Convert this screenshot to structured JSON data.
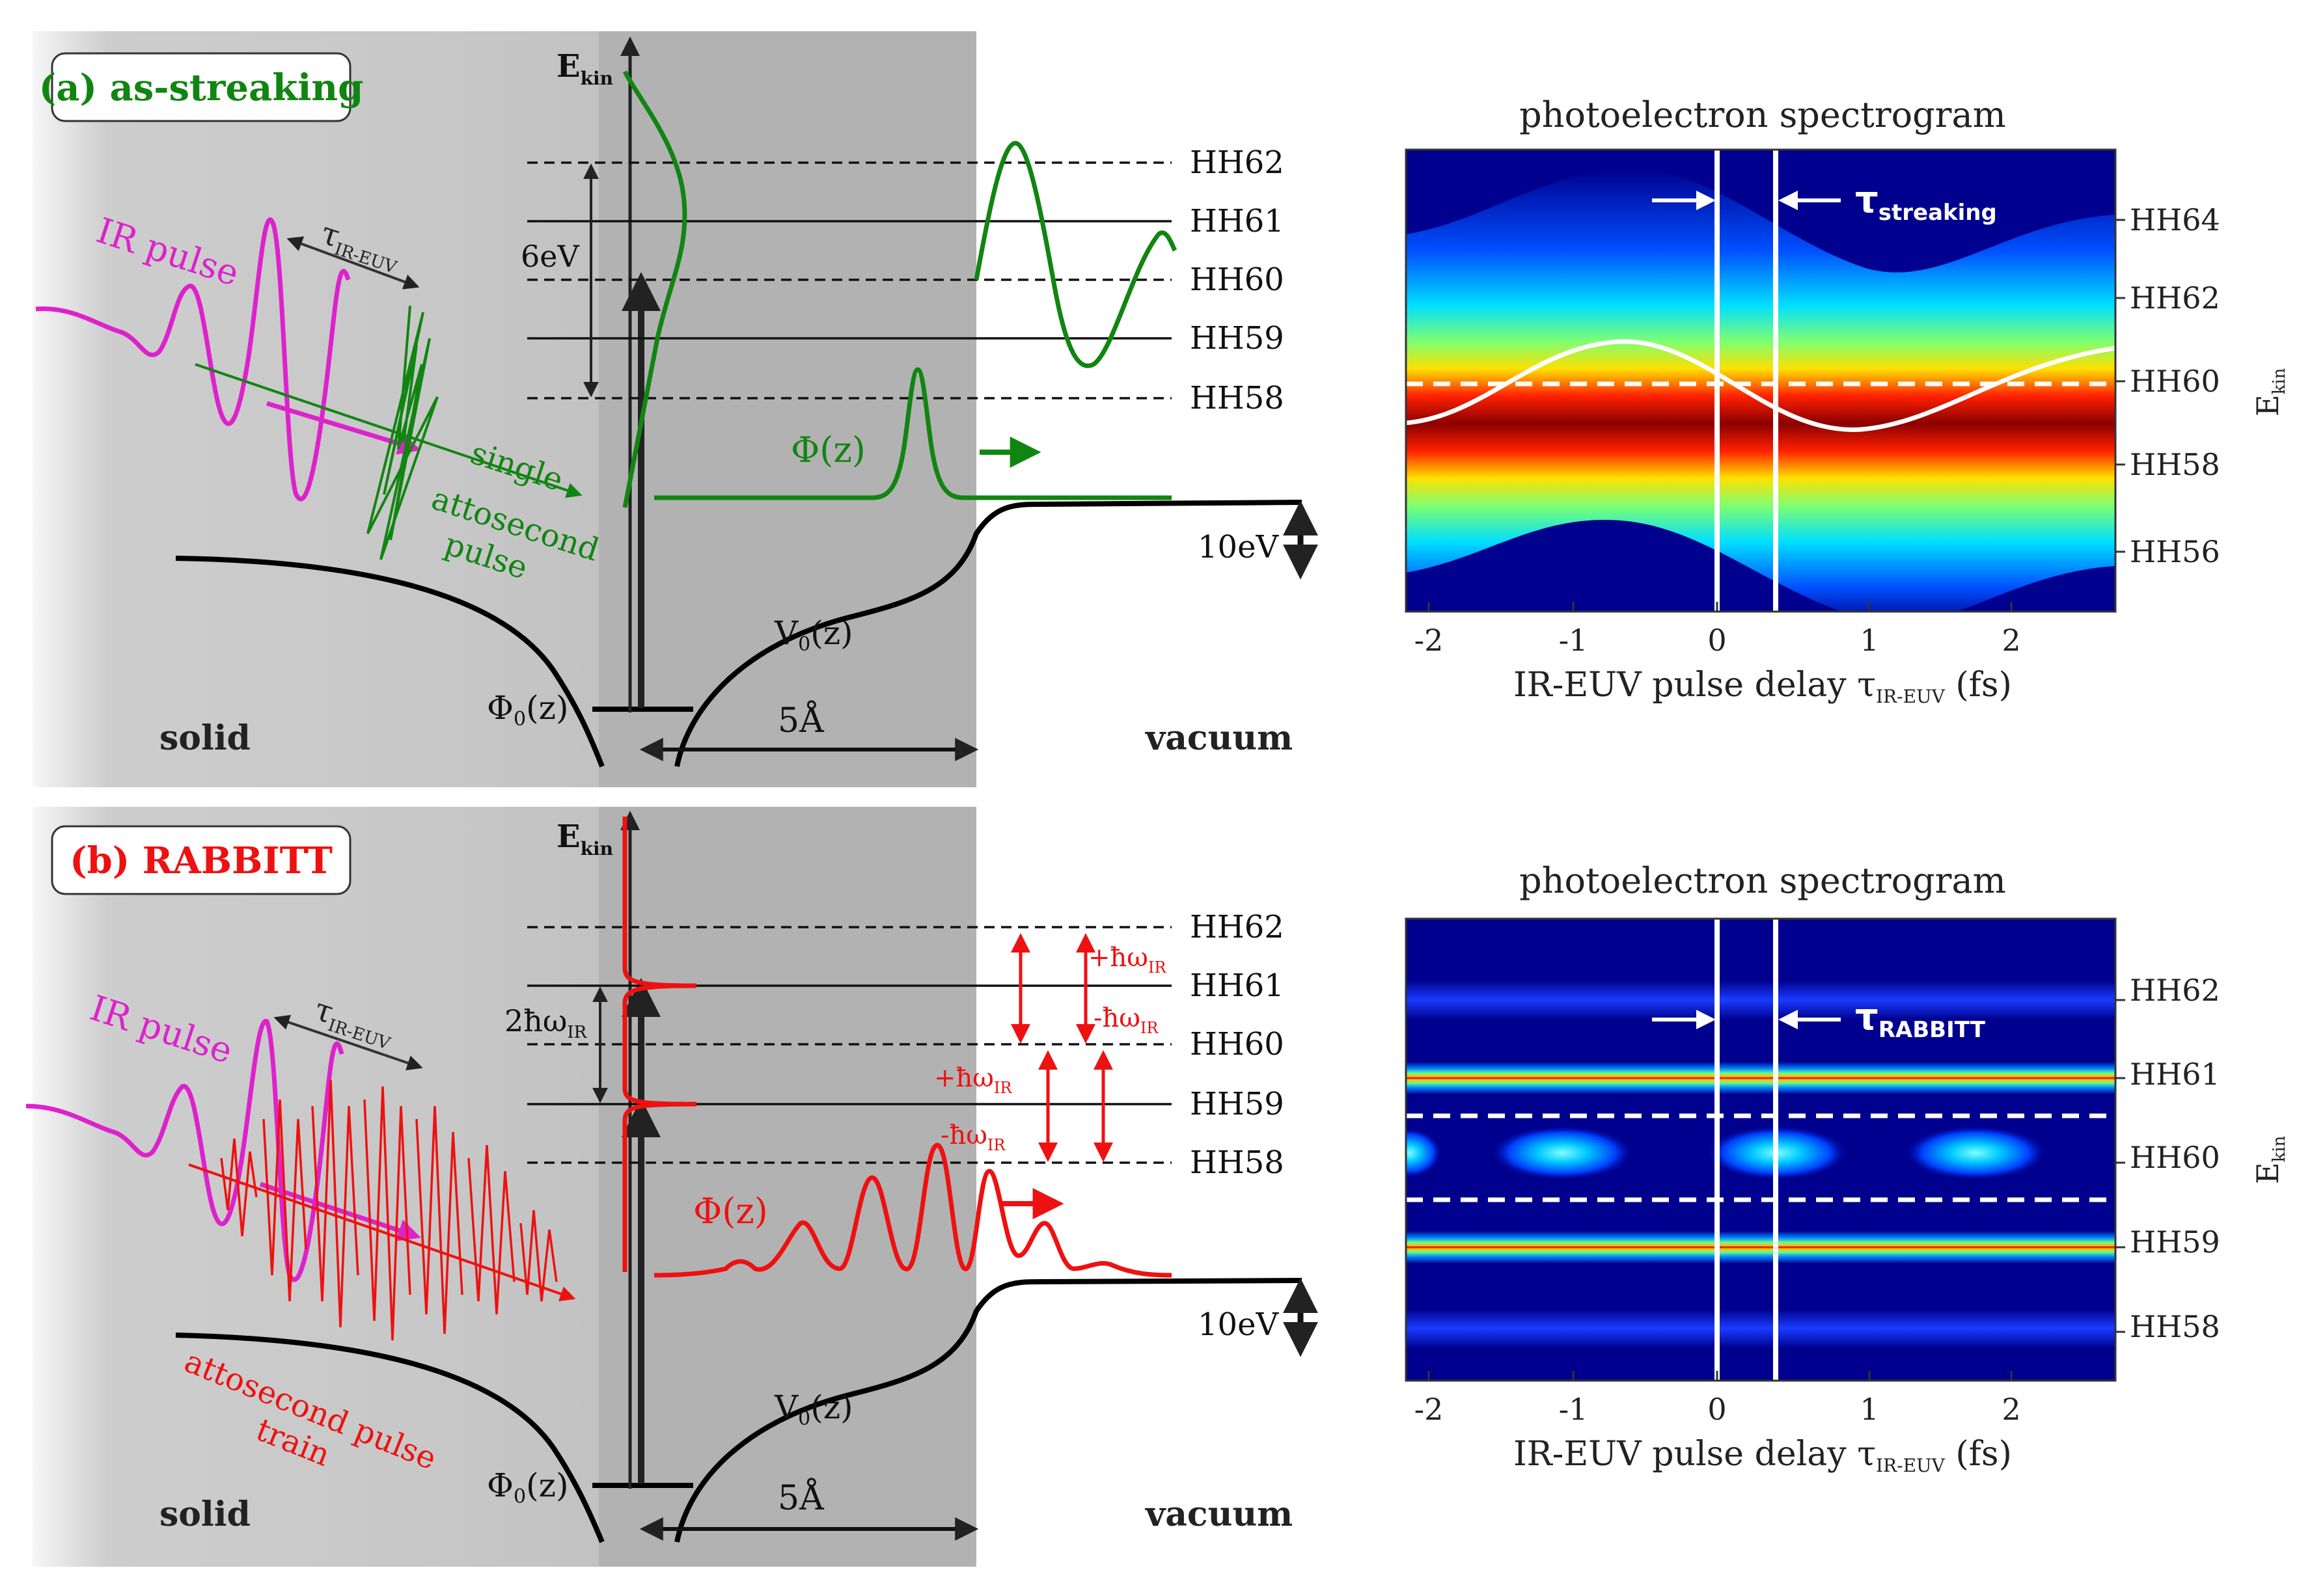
{
  "panels": [
    {
      "label": "(a) as-streaking",
      "accent": "#118511",
      "energy_axis": "E",
      "energy_axis_sub": "kin",
      "levels": [
        "HH62",
        "HH61",
        "HH60",
        "HH59",
        "HH58"
      ],
      "bracket_label": "6eV",
      "beam_label": "IR pulse",
      "tau_label": "τ",
      "tau_sub": "IR-EUV",
      "pulse_label_lines": [
        "single",
        "attosecond",
        "pulse"
      ],
      "phi_label": "Φ(z)",
      "v0_label": "V",
      "v0_sub": "0",
      "v0_tail": "(z)",
      "phi0_label": "Φ",
      "phi0_sub": "0",
      "phi0_tail": "(z)",
      "step_label": "10eV",
      "distance_label": "5Å",
      "solid_label": "solid",
      "vacuum_label": "vacuum",
      "spectrogram": {
        "title": "photoelectron spectrogram",
        "xlabel_main": "IR-EUV pulse delay τ",
        "xlabel_sub": "IR-EUV",
        "xlabel_tail": "(fs)",
        "xticks": [
          "-2",
          "-1",
          "0",
          "1",
          "2"
        ],
        "yticks": [
          "HH64",
          "HH62",
          "HH60",
          "HH58",
          "HH56"
        ],
        "ylabel": "E",
        "ylabel_sub": "kin",
        "tau_annot": "τ",
        "tau_annot_sub": "streaking"
      }
    },
    {
      "label": "(b) RABBITT",
      "accent": "#ee1111",
      "energy_axis": "E",
      "energy_axis_sub": "kin",
      "levels": [
        "HH62",
        "HH61",
        "HH60",
        "HH59",
        "HH58"
      ],
      "bracket_label": "2ħω",
      "bracket_sub": "IR",
      "beam_label": "IR pulse",
      "tau_label": "τ",
      "tau_sub": "IR-EUV",
      "pulse_label_lines": [
        "attosecond pulse",
        "train"
      ],
      "transition_labels": [
        "+ħω",
        "-ħω",
        "+ħω",
        "-ħω"
      ],
      "transition_sub": "IR",
      "phi_label": "Φ(z)",
      "v0_label": "V",
      "v0_sub": "0",
      "v0_tail": "(z)",
      "phi0_label": "Φ",
      "phi0_sub": "0",
      "phi0_tail": "(z)",
      "step_label": "10eV",
      "distance_label": "5Å",
      "solid_label": "solid",
      "vacuum_label": "vacuum",
      "spectrogram": {
        "title": "photoelectron spectrogram",
        "xlabel_main": "IR-EUV pulse delay τ",
        "xlabel_sub": "IR-EUV",
        "xlabel_tail": "(fs)",
        "xticks": [
          "-2",
          "-1",
          "0",
          "1",
          "2"
        ],
        "yticks": [
          "HH62",
          "HH61",
          "HH60",
          "HH59",
          "HH58"
        ],
        "ylabel": "E",
        "ylabel_sub": "kin",
        "tau_annot": "τ",
        "tau_annot_sub": "RABBITT"
      }
    }
  ],
  "colors": {
    "streaking": "#118511",
    "rabbitt": "#ee1111",
    "ir_pulse": "#dd22cc",
    "spectrogram_bg": "#00008f"
  }
}
